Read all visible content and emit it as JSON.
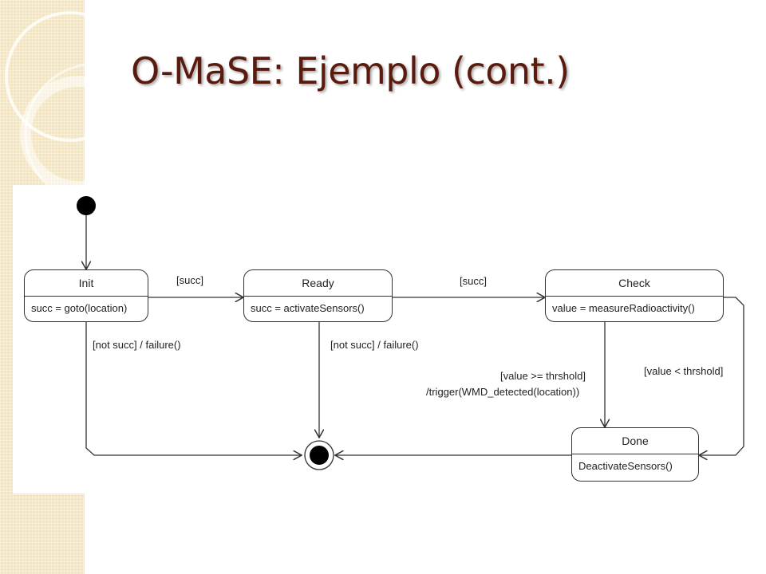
{
  "slide": {
    "title": "O-MaSE: Ejemplo (cont.)"
  },
  "diagram": {
    "states": {
      "init": {
        "name": "Init",
        "action": "succ = goto(location)"
      },
      "ready": {
        "name": "Ready",
        "action": "succ = activateSensors()"
      },
      "check": {
        "name": "Check",
        "action": "value = measureRadioactivity()"
      },
      "done": {
        "name": "Done",
        "action": "DeactivateSensors()"
      }
    },
    "transitions": {
      "init_to_ready": "[succ]",
      "ready_to_check": "[succ]",
      "init_failure": "[not succ] / failure()",
      "ready_failure": "[not succ] / failure()",
      "check_to_done_guard": "[value >= thrshold]",
      "check_to_done_action": "/trigger(WMD_detected(location))",
      "check_to_final": "[value < thrshold]"
    }
  },
  "colors": {
    "title": "#5a1a0e",
    "side_panel": "#f6e5b8",
    "line": "#333333"
  }
}
